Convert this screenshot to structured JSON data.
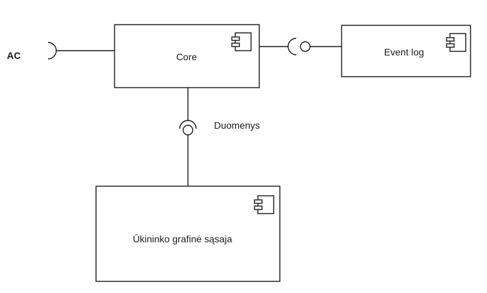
{
  "components": {
    "core": {
      "label": "Core"
    },
    "event_log": {
      "label": "Event log"
    },
    "ui": {
      "label": "Ūkininko grafinė sąsaja"
    }
  },
  "interfaces": {
    "ac": {
      "label": "AC"
    },
    "duomenys": {
      "label": "Duomenys"
    }
  },
  "colors": {
    "stroke": "#1a1a1a",
    "background": "#ffffff"
  }
}
